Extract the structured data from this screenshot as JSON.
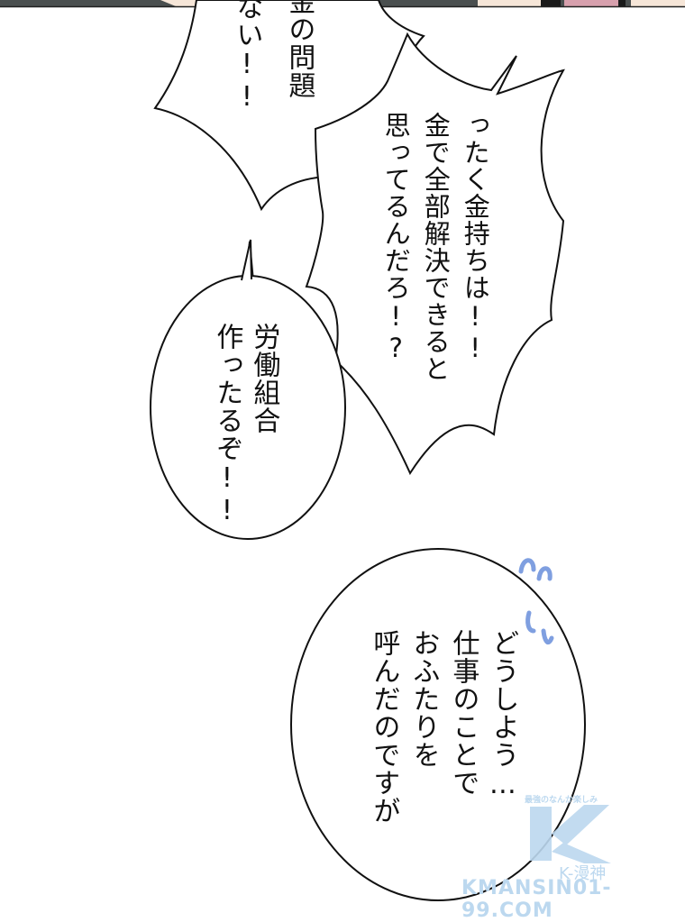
{
  "page": {
    "type": "manga-panel",
    "background": "#ffffff"
  },
  "top_panel": {
    "colors": {
      "dark": "#4a4f4f",
      "skin": "#f6e6d8",
      "pink": "#d7a0ad",
      "black": "#1a1a1a"
    }
  },
  "bubbles": [
    {
      "id": "top-left-shout",
      "shape": "spiky",
      "lines": [
        "金の問題",
        "じゃない!!"
      ],
      "visible_lines": [
        "金の問題",
        "ない!!"
      ]
    },
    {
      "id": "center-shout",
      "shape": "spiky",
      "lines": [
        "ったく金持ちは!!",
        "金で全部解決できると",
        "思ってるんだろ!?"
      ]
    },
    {
      "id": "oval-left",
      "shape": "oval",
      "lines": [
        "労働組合",
        "作ったるぞ!!"
      ]
    },
    {
      "id": "oval-bottom",
      "shape": "oval",
      "lines": [
        "どうしよう…",
        "仕事のことで",
        "おふたりを",
        "呼んだのですが"
      ]
    }
  ],
  "sfx": {
    "name": "sweat-marks",
    "color": "#7f9fe0"
  },
  "watermark": {
    "tagline": "最強のなんか楽しみ",
    "logo_letters": "K",
    "sub": "K-漫神",
    "url": "KMANSIN01-99.COM",
    "color": "#bcd8ef"
  }
}
